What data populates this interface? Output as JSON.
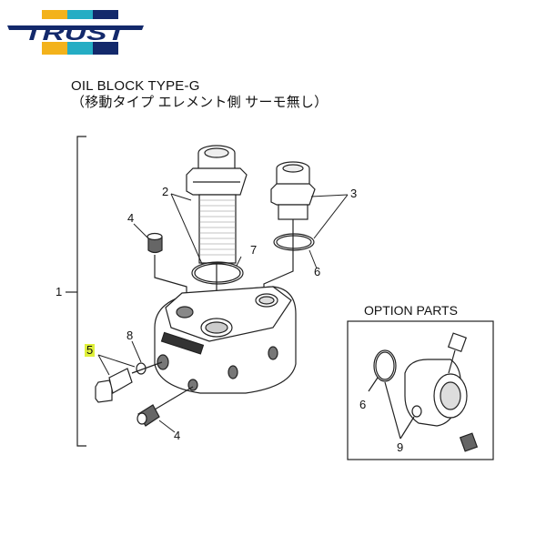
{
  "brand": {
    "name": "TRUST",
    "colors": {
      "yellow": "#f3b21b",
      "cyan": "#25adc4",
      "navy": "#13296b"
    }
  },
  "title": {
    "line1": "OIL BLOCK TYPE-G",
    "line2": "（移動タイプ エレメント側 サーモ無し）"
  },
  "diagram": {
    "part_labels": [
      {
        "id": "1",
        "label": "1"
      },
      {
        "id": "2",
        "label": "2"
      },
      {
        "id": "3",
        "label": "3"
      },
      {
        "id": "4a",
        "label": "4"
      },
      {
        "id": "4b",
        "label": "4"
      },
      {
        "id": "5",
        "label": "5",
        "highlighted": true,
        "highlight_color": "#dff03a"
      },
      {
        "id": "6",
        "label": "6"
      },
      {
        "id": "7",
        "label": "7"
      },
      {
        "id": "8",
        "label": "8"
      }
    ],
    "option_parts": {
      "title": "OPTION PARTS",
      "labels": [
        {
          "id": "6",
          "label": "6"
        },
        {
          "id": "9",
          "label": "9"
        }
      ]
    }
  }
}
